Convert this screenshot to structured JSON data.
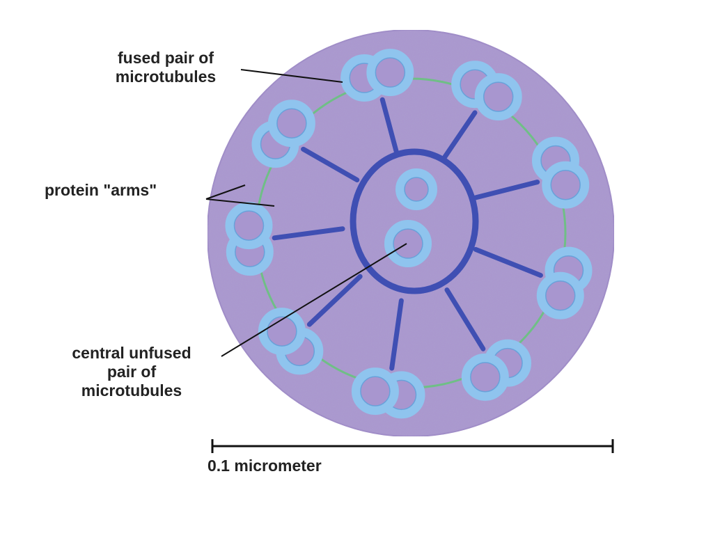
{
  "labels": {
    "fused_pair": "fused pair of\nmicrotubules",
    "protein_arms": "protein \"arms\"",
    "central_pair": "central unfused\npair of\nmicrotubules",
    "scale": "0.1 micrometer"
  },
  "colors": {
    "background": "#ffffff",
    "matrix": "#a996cf",
    "matrix_edge": "#9c88c6",
    "microtubule": "#8fc4ee",
    "microtubule_edge": "#5c9fd8",
    "microtubule_lumen": "#a896cf",
    "spoke": "#3f4fb3",
    "link_ring": "#6fbf86",
    "label_text": "#222222",
    "leader_line": "#111111"
  },
  "doublet_count": 9
}
